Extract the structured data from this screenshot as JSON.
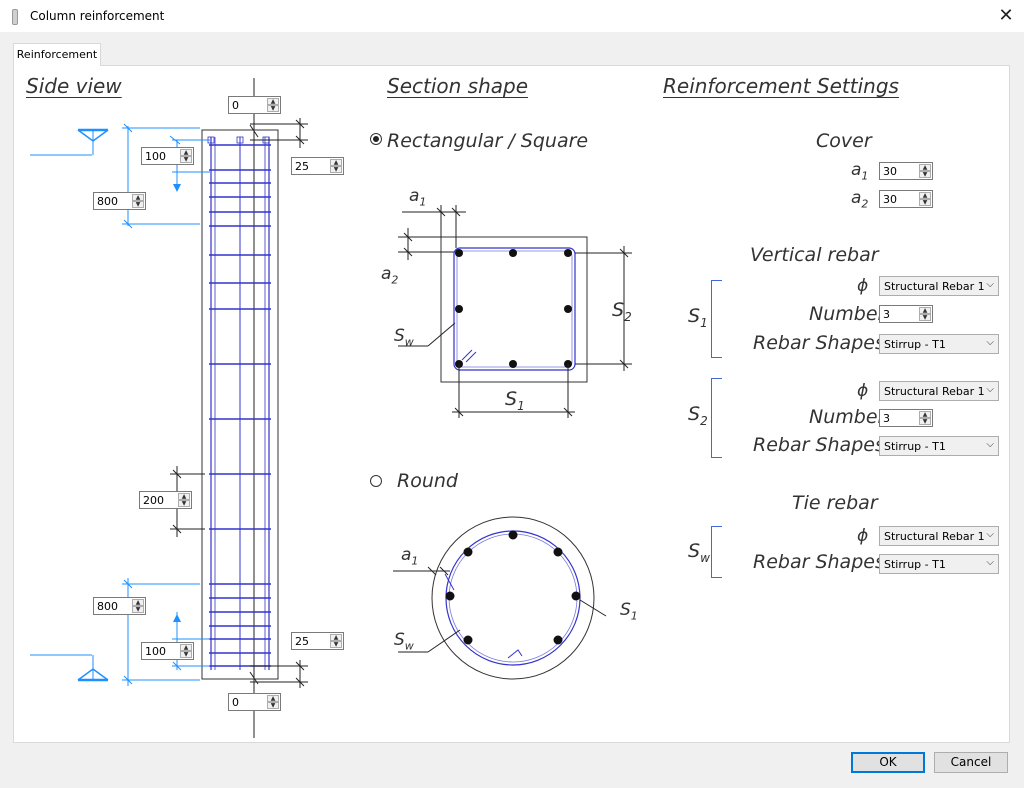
{
  "window": {
    "title": "Column reinforcement"
  },
  "tab": {
    "label": "Reinforcement"
  },
  "side_view": {
    "heading": "Side view",
    "top_offset": "0",
    "top_dense_spacing": "100",
    "top_dense_length": "800",
    "top_cover": "25",
    "middle_spacing": "200",
    "bottom_dense_length": "800",
    "bottom_dense_spacing": "100",
    "bottom_cover": "25",
    "bottom_offset": "0"
  },
  "section_shape": {
    "heading": "Section shape",
    "rect_option": "Rectangular / Square",
    "round_option": "Round",
    "rect_selected": true,
    "rect_labels": {
      "a1": "a",
      "a1_sub": "1",
      "a2": "a",
      "a2_sub": "2",
      "sw": "S",
      "sw_sub": "w",
      "s1": "S",
      "s1_sub": "1",
      "s2": "S",
      "s2_sub": "2"
    },
    "round_labels": {
      "a1": "a",
      "a1_sub": "1",
      "sw": "S",
      "sw_sub": "w",
      "s1": "S",
      "s1_sub": "1"
    }
  },
  "settings": {
    "heading": "Reinforcement Settings",
    "cover": {
      "title": "Cover",
      "a1_label": "a",
      "a1_sub": "1",
      "a1_value": "30",
      "a2_label": "a",
      "a2_sub": "2",
      "a2_value": "30"
    },
    "vertical": {
      "title": "Vertical rebar",
      "s1": {
        "label": "S",
        "sub": "1",
        "phi_label": "ϕ",
        "phi_value": "Structural Rebar 1",
        "number_label": "Number",
        "number_value": "3",
        "shapes_label": "Rebar Shapes",
        "shapes_value": "Stirrup - T1"
      },
      "s2": {
        "label": "S",
        "sub": "2",
        "phi_label": "ϕ",
        "phi_value": "Structural Rebar 1",
        "number_label": "Number",
        "number_value": "3",
        "shapes_label": "Rebar Shapes",
        "shapes_value": "Stirrup - T1"
      }
    },
    "tie": {
      "title": "Tie rebar",
      "sw": {
        "label": "S",
        "sub": "w",
        "phi_label": "ϕ",
        "phi_value": "Structural Rebar 1",
        "shapes_label": "Rebar Shapes",
        "shapes_value": "Stirrup - T1"
      }
    }
  },
  "footer": {
    "ok": "OK",
    "cancel": "Cancel"
  },
  "colors": {
    "accent_blue": "#1e90ff",
    "rebar_blue": "#3333cc",
    "line": "#333333"
  },
  "icons": {
    "close": "close-icon",
    "spin": "spin-arrows-icon",
    "dropdown": "chevron-down-icon"
  }
}
